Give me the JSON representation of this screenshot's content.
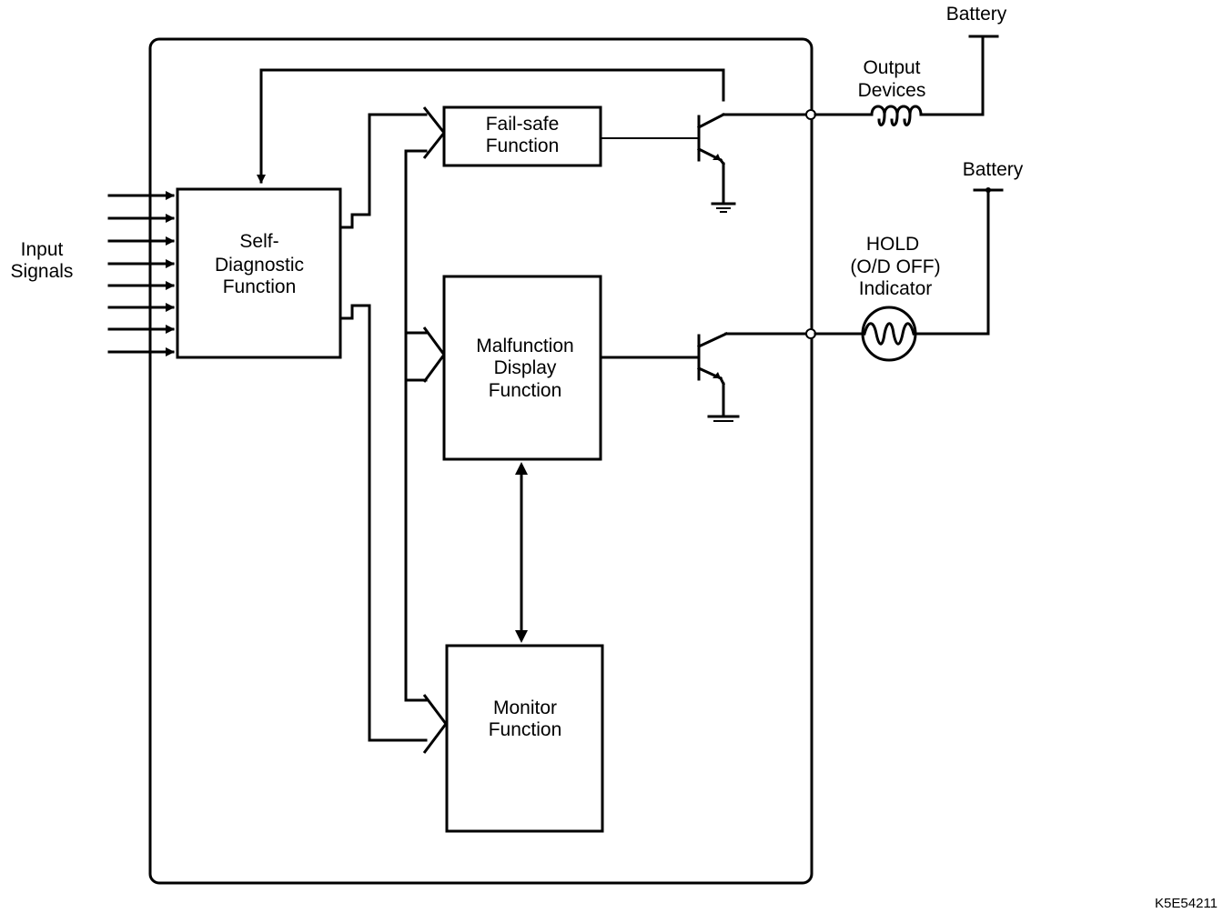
{
  "labels": {
    "input_signals": [
      "Input",
      "Signals"
    ],
    "self_diagnostic": [
      "Self-",
      "Diagnostic",
      "Function"
    ],
    "fail_safe": [
      "Fail-safe",
      "Function"
    ],
    "malfunction_display": [
      "Malfunction",
      "Display",
      "Function"
    ],
    "monitor": [
      "Monitor",
      "Function"
    ],
    "output_devices": [
      "Output",
      "Devices"
    ],
    "battery_top": "Battery",
    "battery_mid": "Battery",
    "hold_indicator": [
      "HOLD",
      "(O/D OFF)",
      "Indicator"
    ],
    "figure_code": "K5E54211"
  }
}
